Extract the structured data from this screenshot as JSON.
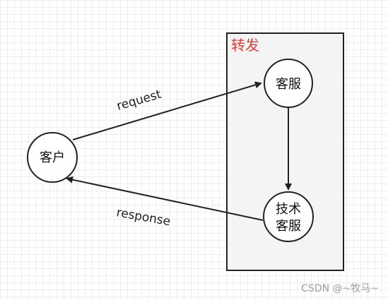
{
  "diagram": {
    "group": {
      "label": "转发"
    },
    "nodes": {
      "client": {
        "label": "客户"
      },
      "service": {
        "label": "客服"
      },
      "tech_support": {
        "label_line1": "技术",
        "label_line2": "客服"
      }
    },
    "edges": {
      "request": {
        "label": "request"
      },
      "response": {
        "label": "response"
      }
    }
  },
  "watermark": "CSDN @~牧马~",
  "colors": {
    "group_label": "#e53935",
    "group_fill": "#f4f4f4",
    "stroke": "#222222",
    "grid": "#eeeeee",
    "watermark": "#9e9e9e"
  }
}
